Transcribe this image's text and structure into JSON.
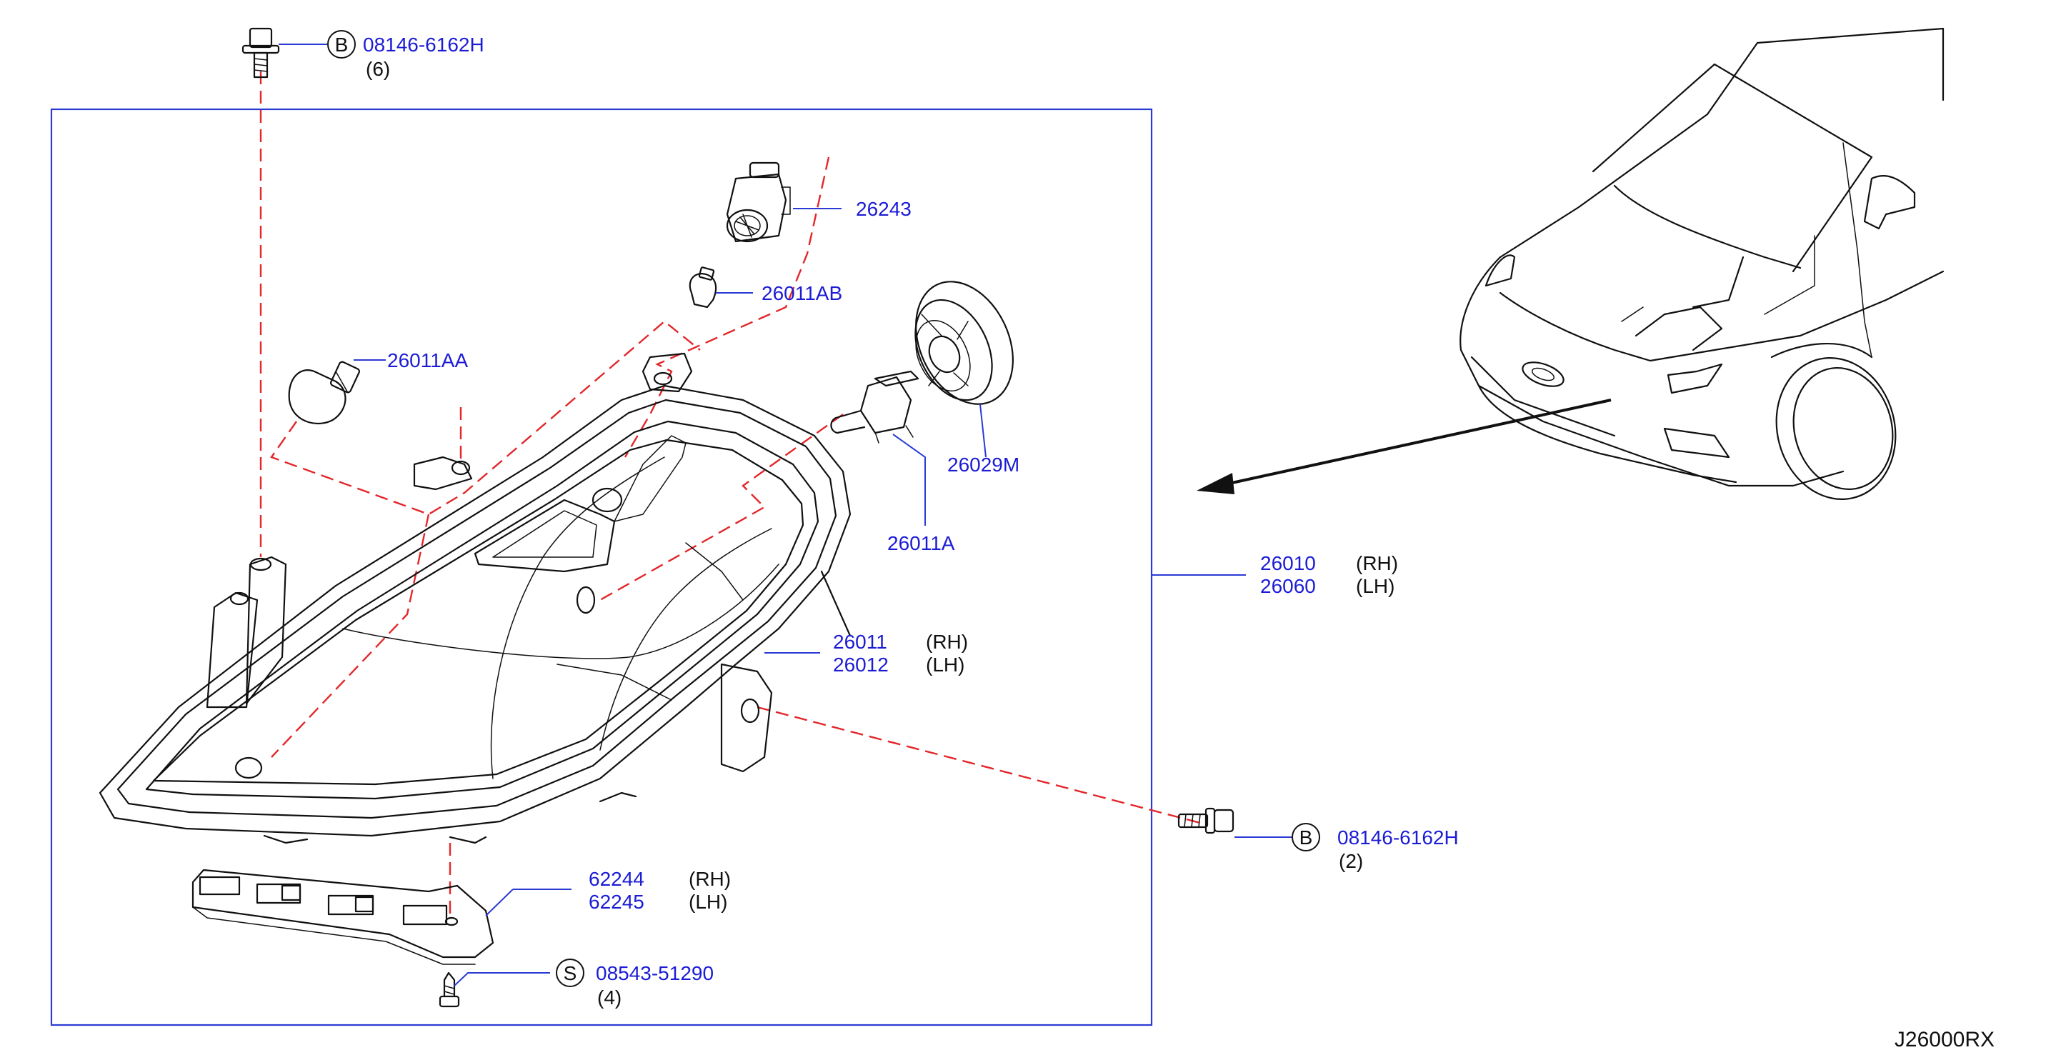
{
  "diagram_code": "J26000RX",
  "labels": {
    "bolt_top_code": "B",
    "bolt_top_part": "08146-6162H",
    "bolt_top_qty": "(6)",
    "socket": "26243",
    "bulb_ab": "26011AB",
    "bulb_aa": "26011AA",
    "cap": "26029M",
    "bulb_a": "26011A",
    "assy_rh": "26010",
    "assy_rh_side": "(RH)",
    "assy_lh": "26060",
    "assy_lh_side": "(LH)",
    "lamp_rh": "26011",
    "lamp_rh_side": "(RH)",
    "lamp_lh": "26012",
    "lamp_lh_side": "(LH)",
    "bolt_right_code": "B",
    "bolt_right_part": "08146-6162H",
    "bolt_right_qty": "(2)",
    "bracket_rh": "62244",
    "bracket_rh_side": "(RH)",
    "bracket_lh": "62245",
    "bracket_lh_side": "(LH)",
    "screw_code": "S",
    "screw_part": "08543-51290",
    "screw_qty": "(4)"
  },
  "colors": {
    "part_number": "#1c1cd6",
    "leader": "#2a3bd4",
    "dashed_guide": "#e3272b",
    "drawing": "#111111"
  }
}
